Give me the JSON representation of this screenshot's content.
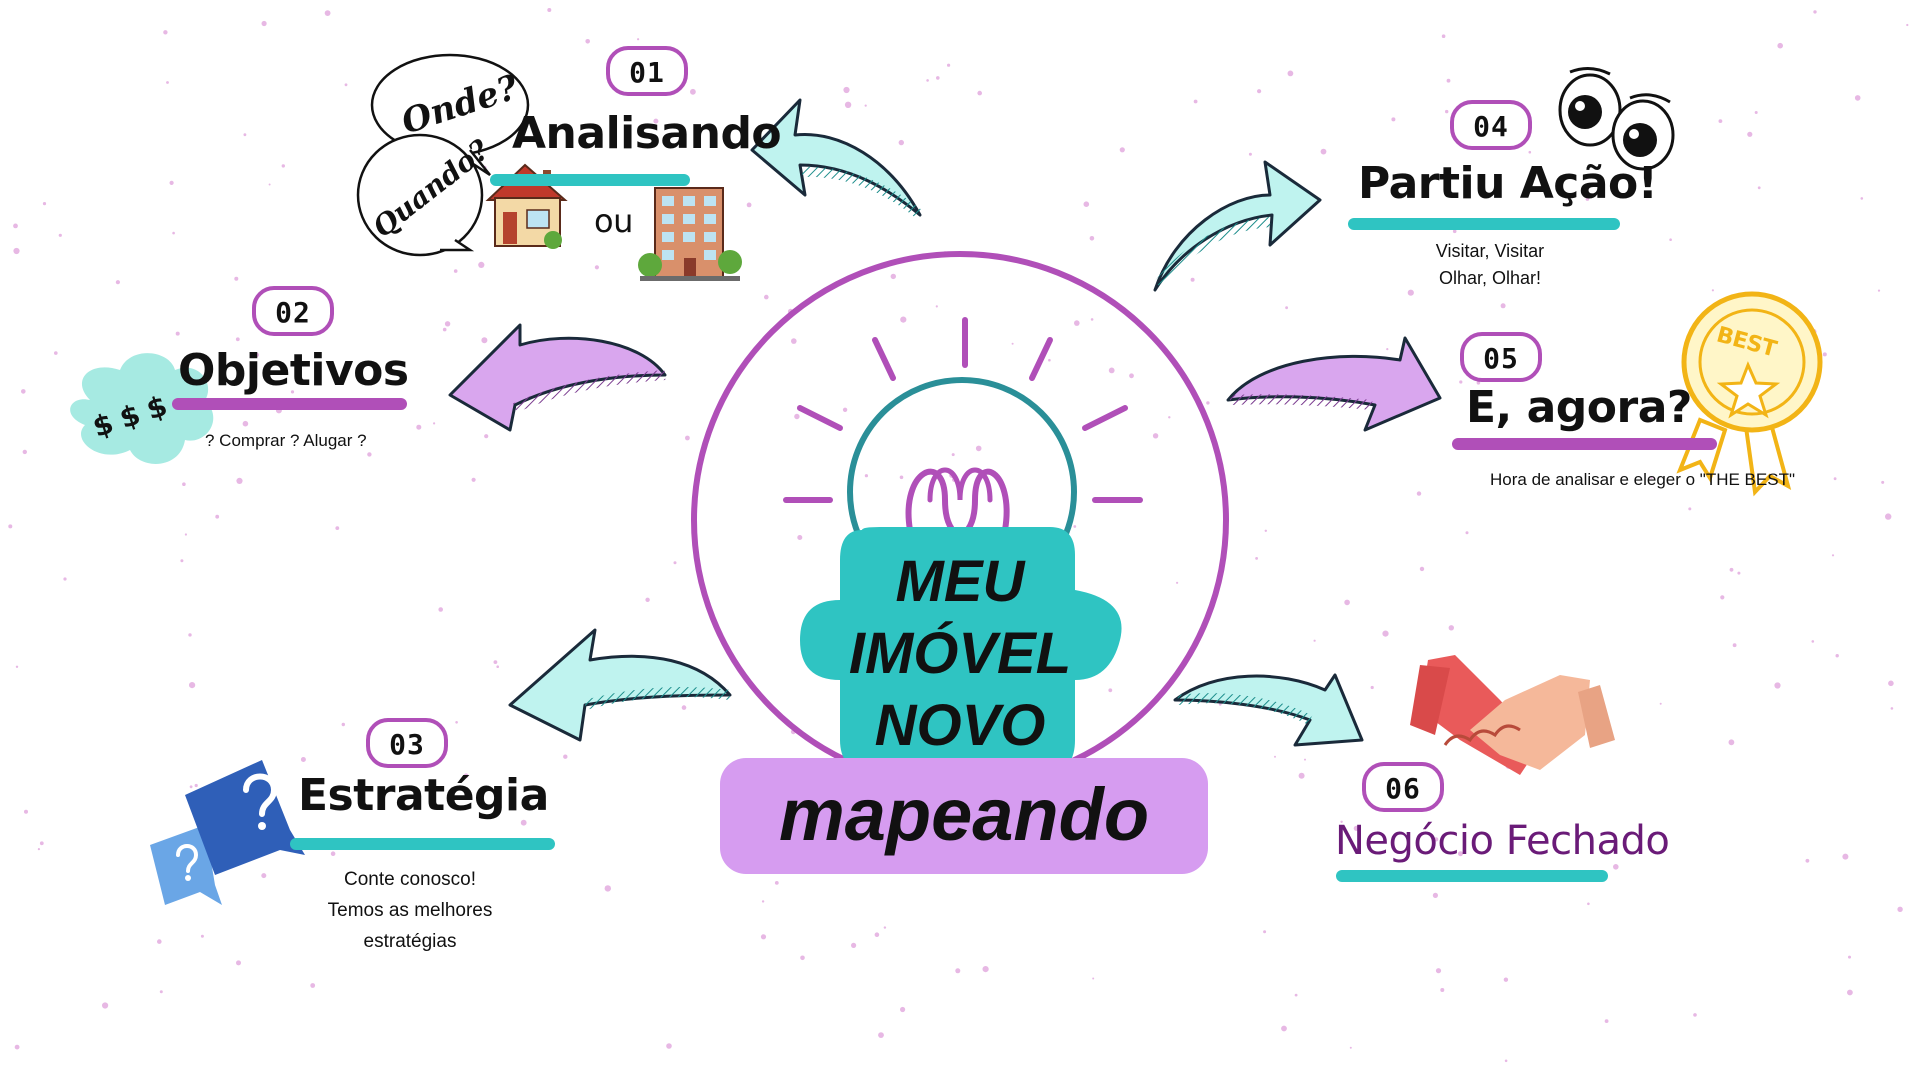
{
  "center": {
    "title_lines": [
      "MEU",
      "IMÓVEL",
      "NOVO"
    ],
    "subtitle": "mapeando"
  },
  "steps": [
    {
      "number": "01",
      "title": "Analisando",
      "connector": "ou",
      "bubbles": [
        "Onde?",
        "Quando?"
      ]
    },
    {
      "number": "02",
      "title": "Objetivos",
      "description": "? Comprar ? Alugar ?",
      "badge": "$ $ $"
    },
    {
      "number": "03",
      "title": "Estratégia",
      "description_lines": [
        "Conte conosco!",
        "Temos as melhores",
        "estratégias"
      ]
    },
    {
      "number": "04",
      "title": "Partiu Ação!",
      "description_lines": [
        "Visitar, Visitar",
        "Olhar, Olhar!"
      ]
    },
    {
      "number": "05",
      "title": "E, agora?",
      "description": "Hora de analisar e eleger o \"THE BEST\"",
      "badge": "BEST"
    },
    {
      "number": "06",
      "title": "Negócio Fechado"
    }
  ],
  "colors": {
    "purple": "#b04fb8",
    "teal": "#2fc4c2",
    "lavender": "#d69cf0",
    "dark_purple": "#6a1b78",
    "arrow_teal": "#bff3ef",
    "arrow_purple": "#d9a6ee",
    "dots": "#e7b8e4"
  },
  "icons": [
    "house-icon",
    "apartment-building-icon",
    "question-bubbles-icon",
    "money-badge-icon",
    "eyes-icon",
    "best-award-icon",
    "handshake-icon",
    "lightbulb-icon"
  ]
}
